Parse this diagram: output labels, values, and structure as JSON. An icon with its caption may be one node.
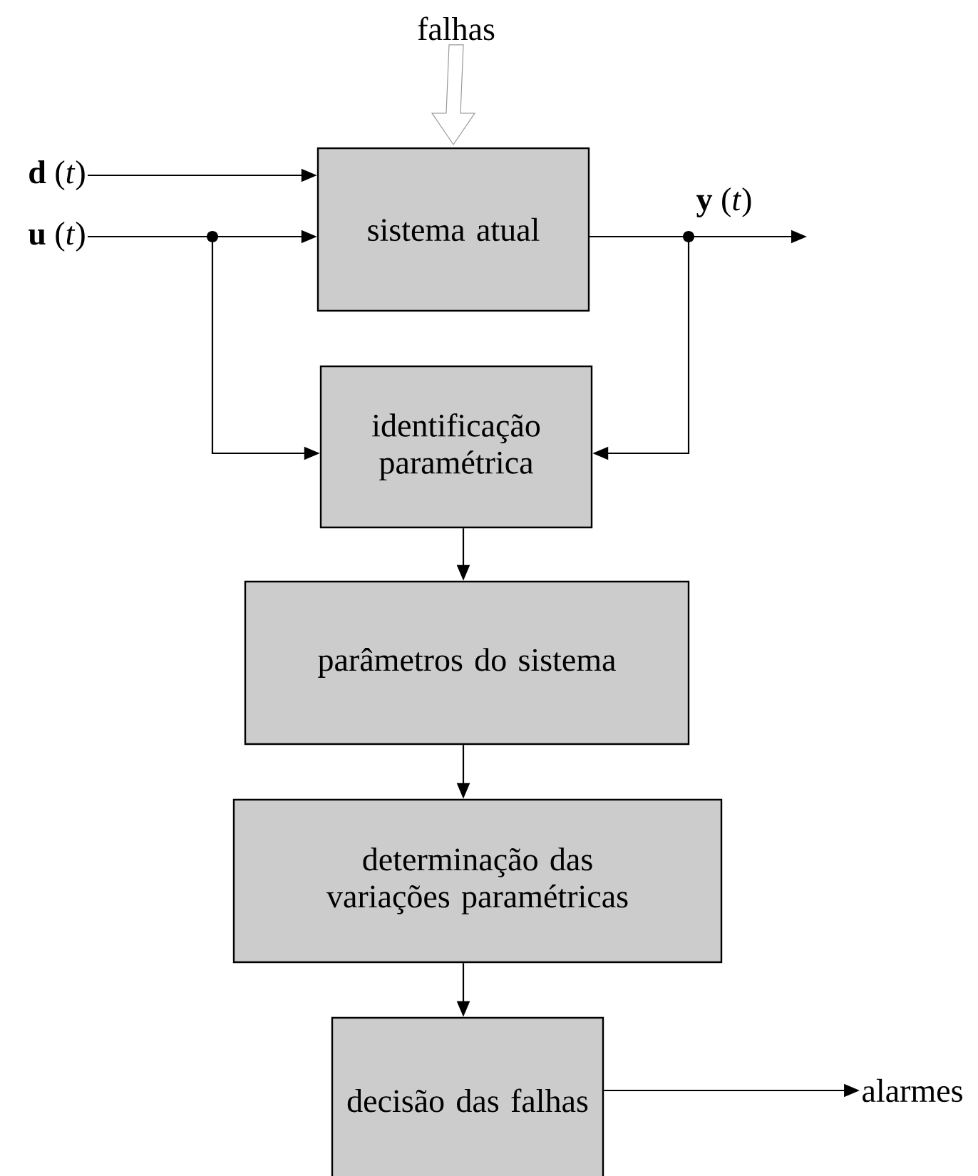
{
  "diagram": {
    "nodes": [
      {
        "text": [
          "falhas"
        ]
      },
      {
        "text": [
          "**d** (*t*)"
        ]
      },
      {
        "text": [
          "**u** (*t*)"
        ]
      },
      {
        "text": [
          "sistema atual"
        ]
      },
      {
        "text": [
          "identificação paramétrica"
        ]
      },
      {
        "text": [
          "parâmetros do sistema"
        ]
      },
      {
        "text": [
          "determinação das variações paramétricas"
        ]
      },
      {
        "text": [
          "decisão das falhas"
        ]
      },
      {
        "text": [
          "alarmes"
        ]
      }
    ],
    "edges": [
      {
        "from": 0,
        "to": 3,
        "arrow": "to",
        "style": "thick",
        "color": "#999999"
      },
      {
        "from": 1,
        "to": 3,
        "arrow": "to"
      },
      {
        "from": 2,
        "to": 3,
        "arrow": "to"
      },
      {
        "from": 2,
        "to": 4,
        "arrow": "to"
      },
      {
        "from": 3,
        "to": null,
        "arrow": "to",
        "label": "**y** (*t*)"
      },
      {
        "from": 3,
        "to": 4,
        "arrow": "to"
      },
      {
        "from": 4,
        "to": 5,
        "arrow": "to"
      },
      {
        "from": 5,
        "to": 6,
        "arrow": "to"
      },
      {
        "from": 6,
        "to": 7,
        "arrow": "to"
      },
      {
        "from": 7,
        "to": 8,
        "arrow": "to"
      }
    ]
  }
}
